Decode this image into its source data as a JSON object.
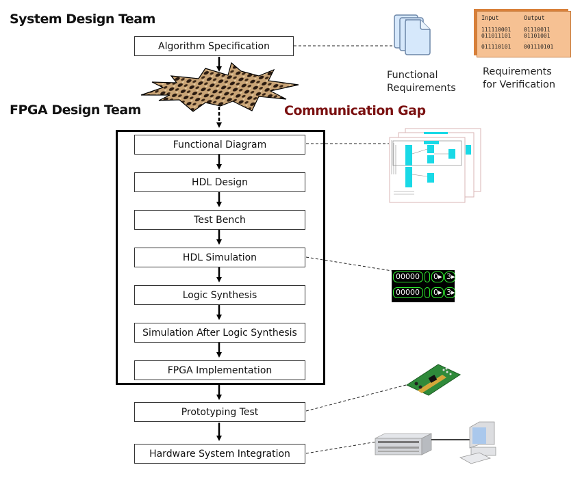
{
  "headings": {
    "system_team": "System Design Team",
    "fpga_team": "FPGA Design Team",
    "communication_gap": "Communication Gap"
  },
  "colors": {
    "gap_text": "#7a1010",
    "doc_fill": "#d6e8fb",
    "doc_stroke": "#6c86a8",
    "verification_card": "#f6c193",
    "waveform_green": "#2ee62e",
    "pcb_green": "#2f8a3a"
  },
  "system_step": "Algorithm Specification",
  "fpga_steps": [
    "Functional Diagram",
    "HDL Design",
    "Test Bench",
    "HDL Simulation",
    "Logic Synthesis",
    "Simulation After Logic Synthesis",
    "FPGA Implementation"
  ],
  "post_steps": [
    "Prototyping Test",
    "Hardware System Integration"
  ],
  "artifacts": {
    "functional_requirements": {
      "icon": "document-stack-icon",
      "label_line1": "Functional",
      "label_line2": "Requirements"
    },
    "verification_requirements": {
      "label_line1": "Requirements",
      "label_line2": "for Verification",
      "table": {
        "headers": [
          "Input",
          "Output"
        ],
        "rows": [
          [
            "111110001",
            "01110011"
          ],
          [
            "011011101",
            "01101001"
          ],
          [
            "......",
            "......"
          ],
          [
            "011110101",
            "001110101"
          ]
        ]
      }
    },
    "schematic": {
      "icon": "schematic-stack-icon"
    },
    "waveform": {
      "icon": "waveform-icon",
      "rows": [
        [
          "00000",
          "0▸",
          "3▸"
        ],
        [
          "00000",
          "0▸",
          "3▸"
        ]
      ]
    },
    "prototype_board": {
      "icon": "pcb-board-icon"
    },
    "hardware_system": {
      "icons": [
        "server-chassis-icon",
        "desktop-computer-icon"
      ]
    }
  }
}
